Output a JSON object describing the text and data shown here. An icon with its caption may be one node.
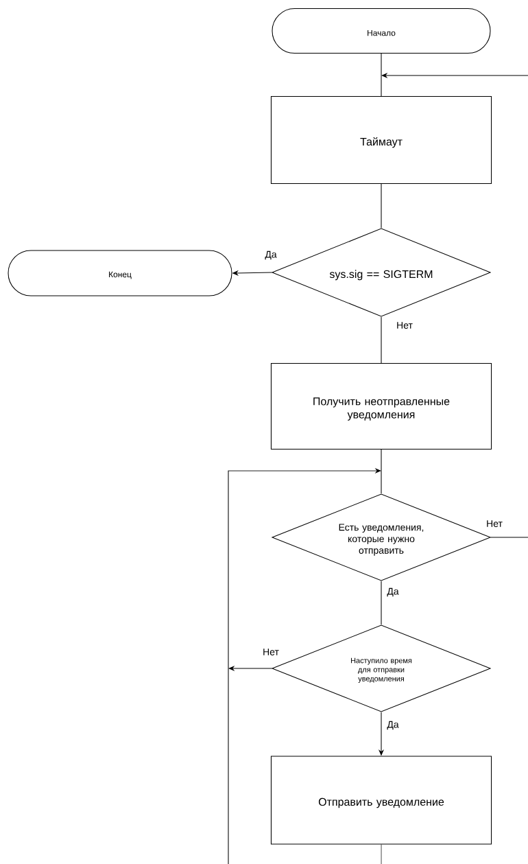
{
  "diagram": {
    "nodes": [
      {
        "text": [
          "Начало"
        ]
      },
      {
        "text": [
          "Таймаут"
        ]
      },
      {
        "text": [
          "sys.sig == SIGTERM"
        ]
      },
      {
        "text": [
          "Конец"
        ]
      },
      {
        "text": [
          "Получить неотправленные уведомления"
        ]
      },
      {
        "text": [
          "Есть уведомления, которые нужно отправить"
        ]
      },
      {
        "text": [
          "Наступило время для отправки уведомления"
        ]
      },
      {
        "text": [
          "Отправить уведомление"
        ]
      }
    ],
    "edges": [
      {
        "from": 0,
        "to": 1,
        "arrow": "none"
      },
      {
        "from": null,
        "to": 1,
        "arrow": "to"
      },
      {
        "from": 1,
        "to": 2,
        "arrow": "none"
      },
      {
        "from": 2,
        "to": 3,
        "arrow": "to",
        "label": "Да"
      },
      {
        "from": 2,
        "to": 4,
        "arrow": "none",
        "label": "Нет"
      },
      {
        "from": 4,
        "to": 5,
        "arrow": "none"
      },
      {
        "from": null,
        "to": 5,
        "arrow": "to"
      },
      {
        "from": 5,
        "to": null,
        "arrow": "none",
        "label": "Нет"
      },
      {
        "from": 5,
        "to": 6,
        "arrow": "none",
        "label": "Да"
      },
      {
        "from": 6,
        "to": null,
        "arrow": "to",
        "label": "Нет"
      },
      {
        "from": 6,
        "to": 7,
        "arrow": "to",
        "label": "Да"
      },
      {
        "from": 7,
        "to": null,
        "arrow": "none"
      }
    ]
  }
}
